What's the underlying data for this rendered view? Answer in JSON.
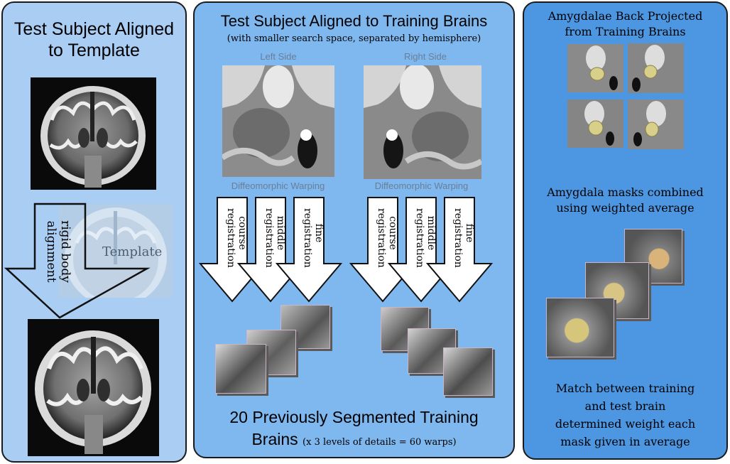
{
  "panel_left": {
    "title_line1": "Test Subject Aligned",
    "title_line2": "to Template",
    "arrow_label_line1": "rigid body",
    "arrow_label_line2": "alignment",
    "template_label": "Template"
  },
  "panel_middle": {
    "title": "Test Subject Aligned to Training Brains",
    "subtitle": "(with smaller search space, separated by hemisphere)",
    "left_side_label": "Left Side",
    "right_side_label": "Right Side",
    "warp_label": "Diffeomorphic Warping",
    "arrows": [
      {
        "line1": "course",
        "line2": "registration"
      },
      {
        "line1": "middle",
        "line2": "registration"
      },
      {
        "line1": "fine",
        "line2": "registration"
      }
    ],
    "bottom_line1": "20 Previously Segmented Training",
    "bottom_line2_main": "Brains",
    "bottom_line2_note": "(x 3 levels of details = 60 warps)"
  },
  "panel_right": {
    "title_line1": "Amygdalae Back Projected",
    "title_line2": "from Training Brains",
    "combined_line1": "Amygdala masks combined",
    "combined_line2": "using weighted average",
    "match_lines": [
      "Match between training",
      "and test brain",
      "determined weight each",
      "mask given in average"
    ]
  },
  "colors": {
    "panel_left_bg": "#a9cdf3",
    "panel_middle_bg": "#7fb7ef",
    "panel_right_bg": "#4d97e2",
    "mask_yellow": "#d8d08a"
  }
}
